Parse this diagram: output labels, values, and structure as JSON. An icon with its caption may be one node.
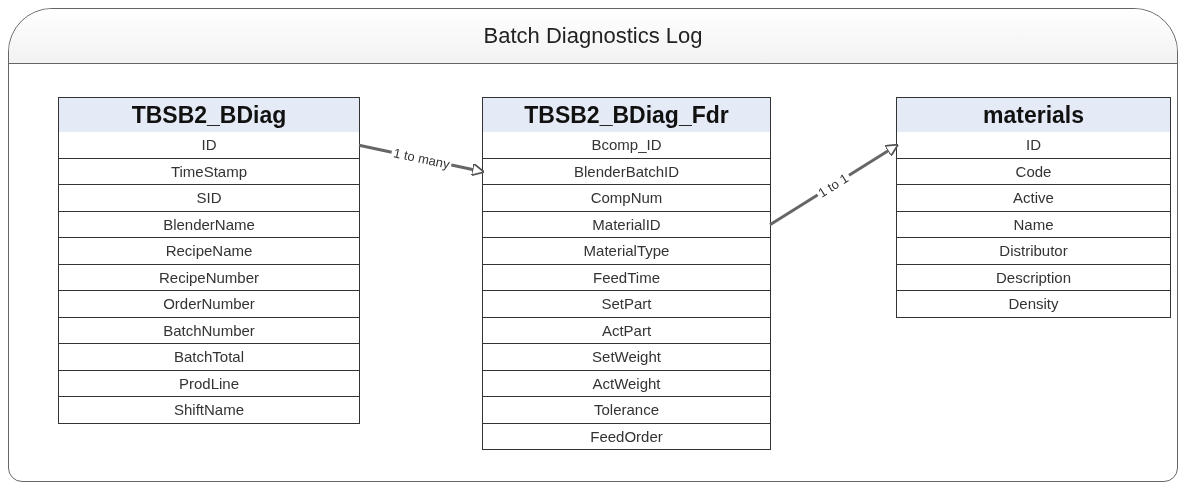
{
  "diagram": {
    "nodes": [
      {
        "text": [
          "Batch Diagnostics Log"
        ]
      },
      {
        "text": [
          "TBSB2_BDiag"
        ],
        "in": 0
      },
      {
        "text": [
          "ID"
        ],
        "in": 1
      },
      {
        "text": [
          "TimeStamp"
        ],
        "in": 1
      },
      {
        "text": [
          "SID"
        ],
        "in": 1
      },
      {
        "text": [
          "BlenderName"
        ],
        "in": 1
      },
      {
        "text": [
          "RecipeName"
        ],
        "in": 1
      },
      {
        "text": [
          "RecipeNumber"
        ],
        "in": 1
      },
      {
        "text": [
          "OrderNumber"
        ],
        "in": 1
      },
      {
        "text": [
          "BatchNumber"
        ],
        "in": 1
      },
      {
        "text": [
          "BatchTotal"
        ],
        "in": 1
      },
      {
        "text": [
          "ProdLine"
        ],
        "in": 1
      },
      {
        "text": [
          "ShiftName"
        ],
        "in": 1
      },
      {
        "text": [
          "TBSB2_BDiag_Fdr"
        ],
        "in": 0
      },
      {
        "text": [
          "Bcomp_ID"
        ],
        "in": 13
      },
      {
        "text": [
          "BlenderBatchID"
        ],
        "in": 13
      },
      {
        "text": [
          "CompNum"
        ],
        "in": 13
      },
      {
        "text": [
          "MaterialID"
        ],
        "in": 13
      },
      {
        "text": [
          "MaterialType"
        ],
        "in": 13
      },
      {
        "text": [
          "FeedTime"
        ],
        "in": 13
      },
      {
        "text": [
          "SetPart"
        ],
        "in": 13
      },
      {
        "text": [
          "ActPart"
        ],
        "in": 13
      },
      {
        "text": [
          "SetWeight"
        ],
        "in": 13
      },
      {
        "text": [
          "ActWeight"
        ],
        "in": 13
      },
      {
        "text": [
          "Tolerance"
        ],
        "in": 13
      },
      {
        "text": [
          "FeedOrder"
        ],
        "in": 13
      },
      {
        "text": [
          "materials"
        ],
        "in": 0
      },
      {
        "text": [
          "ID"
        ],
        "in": 26
      },
      {
        "text": [
          "Code"
        ],
        "in": 26
      },
      {
        "text": [
          "Active"
        ],
        "in": 26
      },
      {
        "text": [
          "Name"
        ],
        "in": 26
      },
      {
        "text": [
          "Distributor"
        ],
        "in": 26
      },
      {
        "text": [
          "Description"
        ],
        "in": 26
      },
      {
        "text": [
          "Density"
        ],
        "in": 26
      }
    ],
    "edges": [
      {
        "from": 2,
        "to": 15,
        "arrow": "to",
        "label": "1 to many"
      },
      {
        "from": 17,
        "to": 27,
        "arrow": "to",
        "label": "1 to 1"
      }
    ]
  }
}
